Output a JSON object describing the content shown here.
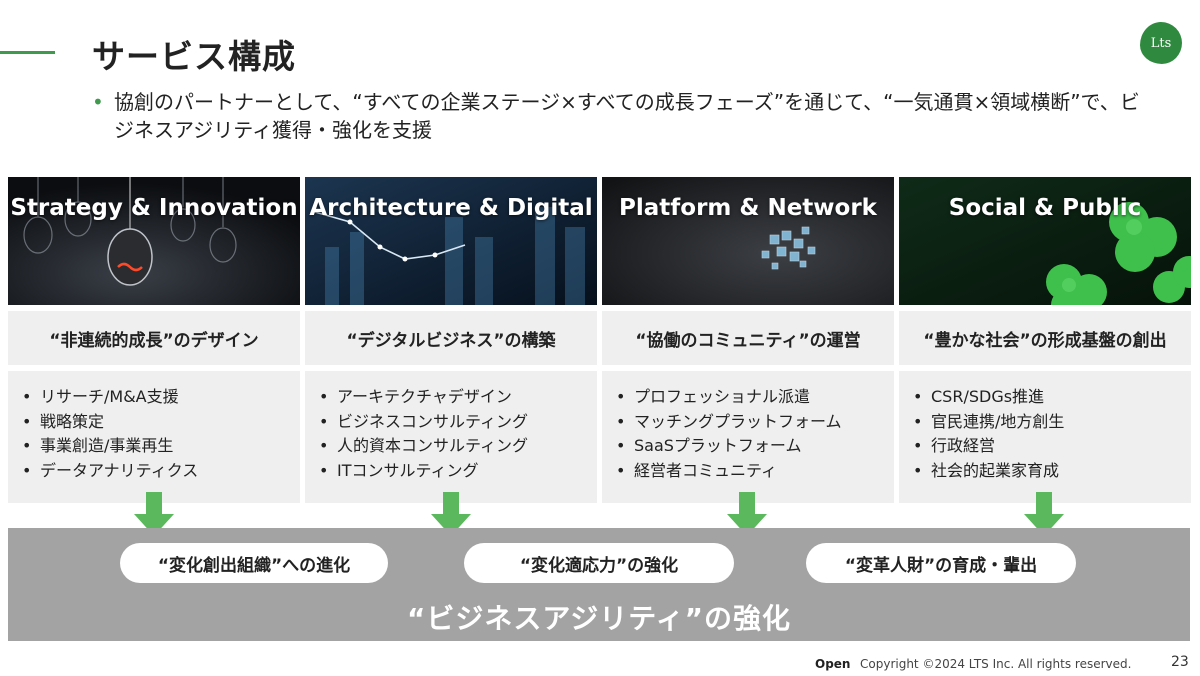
{
  "slide": {
    "title": "サービス構成",
    "logo_text": "Lts",
    "bullet": "協創のパートナーとして、“すべての企業ステージ×すべての成長フェーズ”を通じて、“一気通貫×領域横断”で、ビジネスアジリティ獲得・強化を支援"
  },
  "columns": [
    {
      "heading": "Strategy & Innovation",
      "subtitle": "“非連続的成長”のデザイン",
      "items": [
        "リサーチ/M&A支援",
        "戦略策定",
        "事業創造/事業再生",
        "データアナリティクス"
      ]
    },
    {
      "heading": "Architecture & Digital",
      "subtitle": "“デジタルビジネス”の構築",
      "items": [
        "アーキテクチャデザイン",
        "ビジネスコンサルティング",
        "人的資本コンサルティング",
        "ITコンサルティング"
      ]
    },
    {
      "heading": "Platform & Network",
      "subtitle": "“協働のコミュニティ”の運営",
      "items": [
        "プロフェッショナル派遣",
        "マッチングプラットフォーム",
        "SaaSプラットフォーム",
        "経営者コミュニティ"
      ]
    },
    {
      "heading": "Social & Public",
      "subtitle": "“豊かな社会”の形成基盤の創出",
      "items": [
        "CSR/SDGs推進",
        "官民連携/地方創生",
        "行政経営",
        "社会的起業家育成"
      ]
    }
  ],
  "outcomes": [
    "“変化創出組織”への進化",
    "“変化適応力”の強化",
    "“変革人財”の育成・輩出"
  ],
  "band_title": "“ビジネスアジリティ”の強化",
  "footer": {
    "label": "Open",
    "copyright": "Copyright ©2024 LTS Inc. All rights reserved.",
    "page": "23"
  },
  "colors": {
    "accent_green": "#3f9a4d",
    "arrow_green": "#5cb85c",
    "band_gray": "#a3a3a3",
    "panel_gray": "#efefef"
  }
}
